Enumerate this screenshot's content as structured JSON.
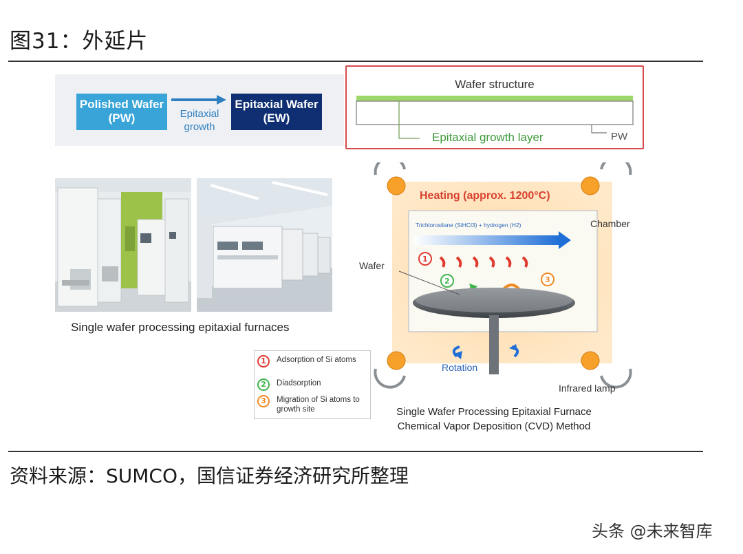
{
  "figure_title": "图31：外延片",
  "source": "资料来源：SUMCO，国信证券经济研究所整理",
  "watermark": "头条 @未来智库",
  "process": {
    "polished_wafer": "Polished Wafer (PW)",
    "arrow_label": "Epitaxial growth",
    "epitaxial_wafer": "Epitaxial Wafer (EW)"
  },
  "wafer_structure": {
    "title": "Wafer structure",
    "epi_layer_label": "Epitaxial growth layer",
    "pw_label": "PW"
  },
  "photos_caption": "Single wafer processing epitaxial furnaces",
  "legend": [
    {
      "num": "1",
      "text": "Adsorption of Si atoms",
      "color": "#e03a2f"
    },
    {
      "num": "2",
      "text": "Diadsorption",
      "color": "#3cb44a"
    },
    {
      "num": "3",
      "text": "Migration of Si atoms to growth site",
      "color": "#f08a24"
    }
  ],
  "furnace": {
    "heating": "Heating (approx. 1200°C)",
    "gas_flow": "Trichlorosilane (SiHCl3) + hydrogen (H2)",
    "chamber": "Chamber",
    "wafer": "Wafer",
    "rotation": "Rotation",
    "infrared_lamp": "Infrared lamp",
    "marker_1": "1",
    "marker_2": "2",
    "marker_3": "3"
  },
  "furnace_caption_line1": "Single Wafer Processing Epitaxial Furnace",
  "furnace_caption_line2": "Chemical Vapor Deposition (CVD) Method",
  "colors": {
    "polished_box": "#39a4d8",
    "epitaxial_box": "#0f2f72",
    "epi_layer": "#9fd66a",
    "heating_text": "#d8402f",
    "gas_arrow": "#1f6fd6",
    "panel_border": "#d64b4b"
  }
}
